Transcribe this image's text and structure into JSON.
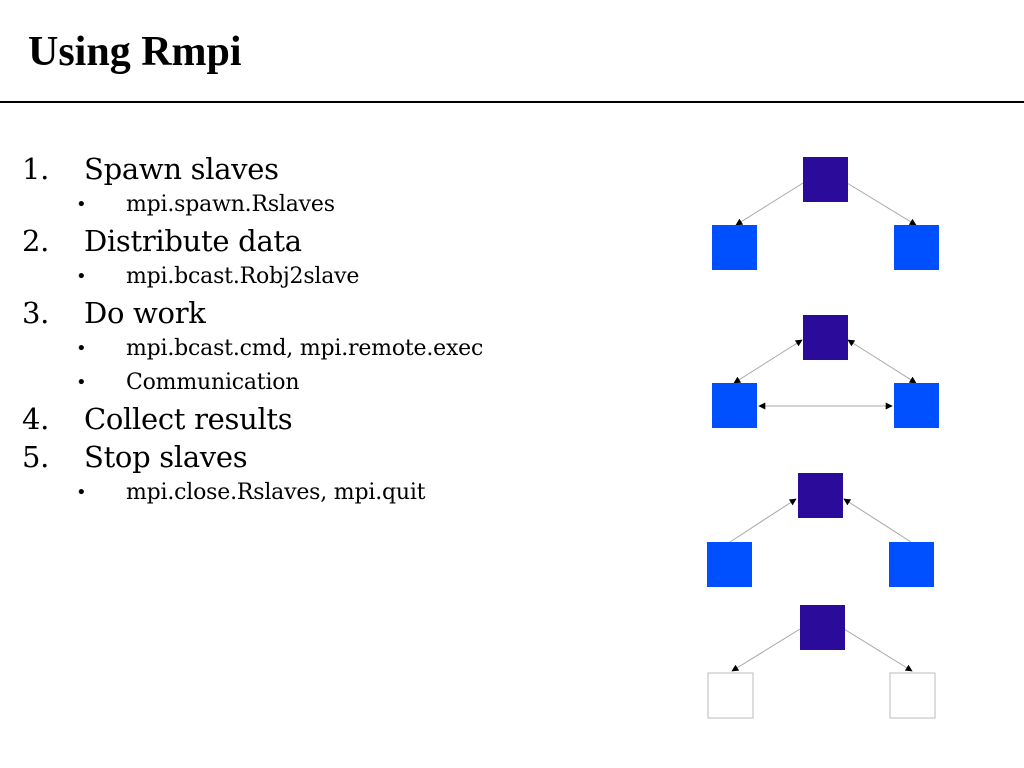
{
  "slide": {
    "title": "Using Rmpi"
  },
  "steps": [
    {
      "number": "1.",
      "label": "Spawn slaves",
      "sub": [
        "mpi.spawn.Rslaves"
      ]
    },
    {
      "number": "2.",
      "label": "Distribute data",
      "sub": [
        "mpi.bcast.Robj2slave"
      ]
    },
    {
      "number": "3.",
      "label": "Do work",
      "sub": [
        "mpi.bcast.cmd, mpi.remote.exec",
        "Communication"
      ]
    },
    {
      "number": "4.",
      "label": "Collect results",
      "sub": []
    },
    {
      "number": "5.",
      "label": "Stop slaves",
      "sub": [
        "mpi.close.Rslaves, mpi.quit"
      ]
    }
  ],
  "colors": {
    "master": "#2a0b9a",
    "slave": "#0050ff",
    "closed_slave": "#ffffff",
    "arrow": "#000000",
    "edge": "#a8a8a8"
  }
}
